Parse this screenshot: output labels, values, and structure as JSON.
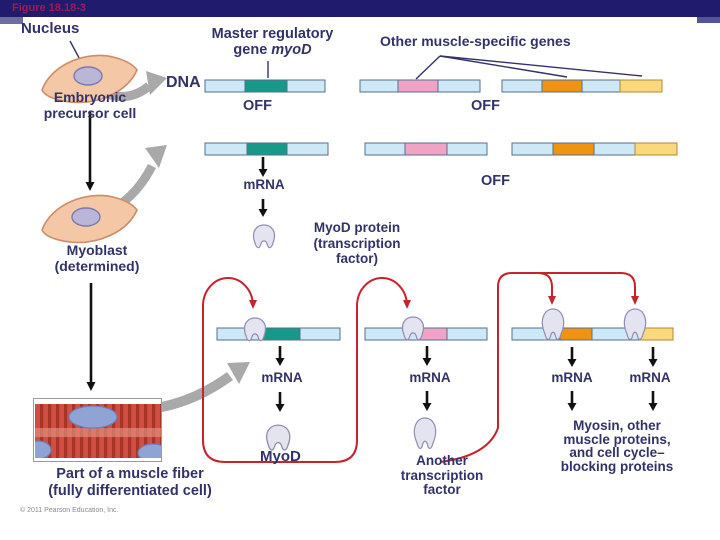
{
  "slide": {
    "figure_label": "Figure 18.18-3",
    "copyright": "© 2011 Pearson Education, Inc."
  },
  "gene_headers": {
    "master_line1": "Master regulatory",
    "master_line2_plain": "gene",
    "master_line2_italic": "myoD",
    "other_genes": "Other muscle-specific genes",
    "dna_label": "DNA"
  },
  "cells": {
    "nucleus_label": "Nucleus",
    "embryonic": {
      "line1": "Embryonic",
      "line2": "precursor cell"
    },
    "myoblast": {
      "line1": "Myoblast",
      "line2": "(determined)"
    },
    "muscle_fiber": {
      "line1": "Part of a muscle fiber",
      "line2": "(fully differentiated cell)"
    }
  },
  "states": {
    "off_row1_left": "OFF",
    "off_row1_right": "OFF",
    "off_row2": "OFF"
  },
  "mrna": {
    "labels": [
      "mRNA",
      "mRNA",
      "mRNA",
      "mRNA",
      "mRNA"
    ]
  },
  "proteins": {
    "myod_factor": {
      "line1": "MyoD protein",
      "line2": "(transcription",
      "line3": "factor)"
    },
    "myod_product": "MyoD",
    "another_tf": {
      "line1": "Another",
      "line2": "transcription",
      "line3": "factor"
    },
    "myosin_products": {
      "line1": "Myosin, other",
      "line2": "muscle proteins,",
      "line3": "and cell cycle–",
      "line4": "blocking proteins"
    }
  },
  "colors": {
    "header_navy": "#201b6d",
    "figure_label_text": "#9c1c52",
    "label_navy": "#32326b",
    "dna_light_blue": "#cde9f7",
    "gene_teal": "#17998a",
    "gene_pink": "#f0a3c5",
    "gene_orange": "#f0930f",
    "gene_yellow": "#fad87d",
    "feedback_red": "#c8222a",
    "arrow_grey": "#a9a9a9",
    "cell_peach": "#f4c7a6",
    "nucleus_lavender": "#b9b6d8",
    "muscle_red": "#cf5043"
  }
}
